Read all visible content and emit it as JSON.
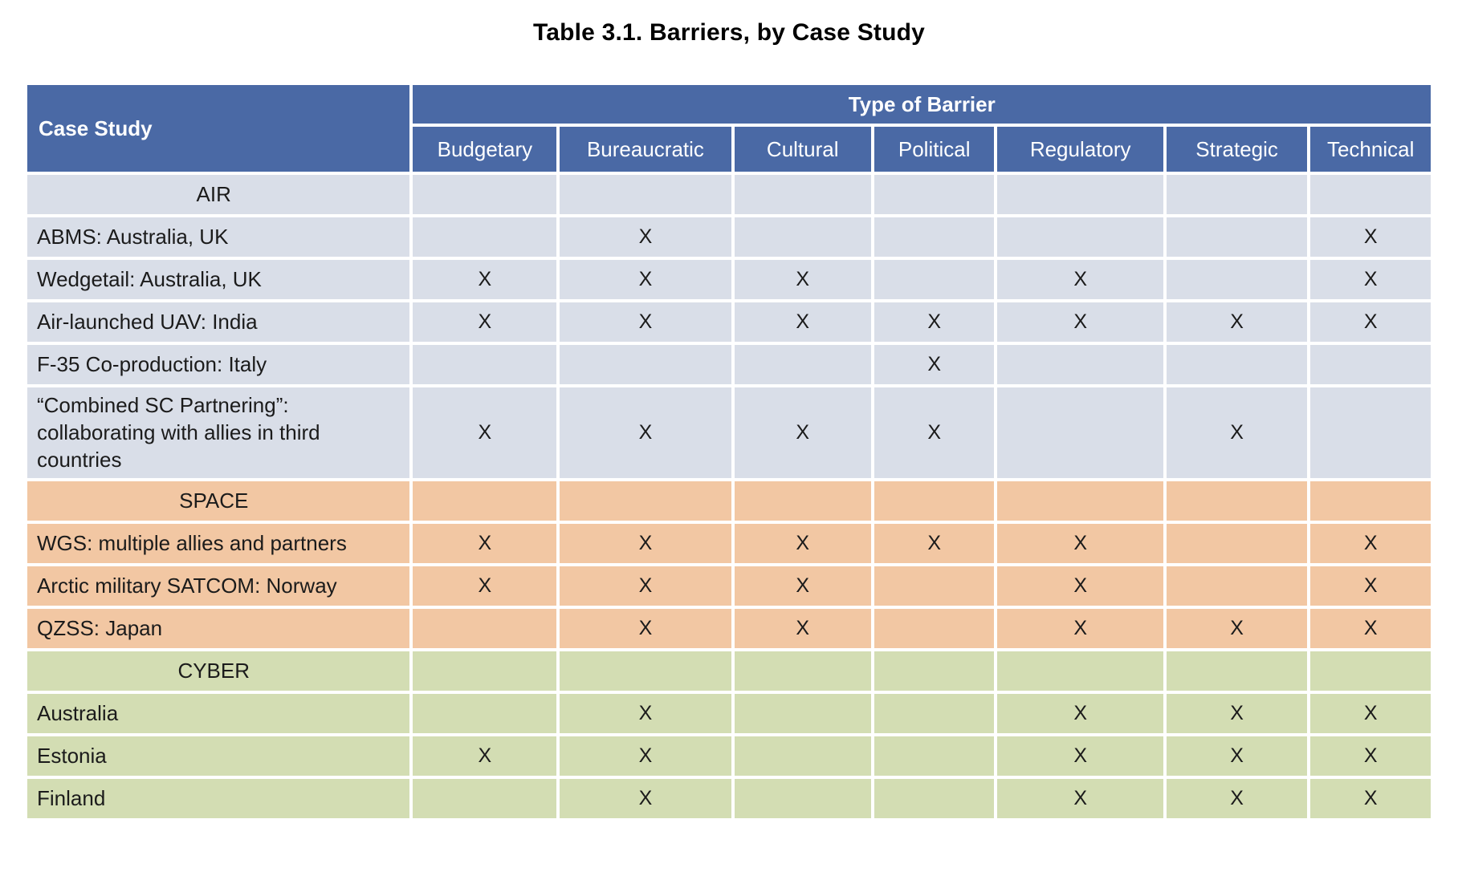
{
  "title": "Table 3.1. Barriers, by Case Study",
  "table": {
    "corner_header": "Case Study",
    "group_header": "Type of Barrier",
    "columns": [
      "Budgetary",
      "Bureaucratic",
      "Cultural",
      "Political",
      "Regulatory",
      "Strategic",
      "Technical"
    ],
    "mark_glyph": "X",
    "colors": {
      "header_bg": "#4A69A5",
      "header_text": "#FFFFFF",
      "body_text": "#1B1B1B",
      "border": "#FFFFFF",
      "air_section": "#D9DEE8",
      "space_section": "#F2C7A3",
      "cyber_section": "#D3DDB3"
    },
    "sections": [
      {
        "name": "AIR",
        "color": "#D9DEE8",
        "rows": [
          {
            "label": "ABMS: Australia, UK",
            "marks": [
              0,
              1,
              0,
              0,
              0,
              0,
              1
            ]
          },
          {
            "label": "Wedgetail: Australia, UK",
            "marks": [
              1,
              1,
              1,
              0,
              1,
              0,
              1
            ]
          },
          {
            "label": "Air-launched UAV: India",
            "marks": [
              1,
              1,
              1,
              1,
              1,
              1,
              1
            ]
          },
          {
            "label": "F-35 Co-production: Italy",
            "marks": [
              0,
              0,
              0,
              1,
              0,
              0,
              0
            ]
          },
          {
            "label": "“Combined SC Partnering”: collaborating with allies in third countries",
            "marks": [
              1,
              1,
              1,
              1,
              0,
              1,
              0
            ]
          }
        ]
      },
      {
        "name": "SPACE",
        "color": "#F2C7A3",
        "rows": [
          {
            "label": "WGS: multiple allies and partners",
            "marks": [
              1,
              1,
              1,
              1,
              1,
              0,
              1
            ]
          },
          {
            "label": "Arctic military SATCOM: Norway",
            "marks": [
              1,
              1,
              1,
              0,
              1,
              0,
              1
            ]
          },
          {
            "label": "QZSS: Japan",
            "marks": [
              0,
              1,
              1,
              0,
              1,
              1,
              1
            ]
          }
        ]
      },
      {
        "name": "CYBER",
        "color": "#D3DDB3",
        "rows": [
          {
            "label": "Australia",
            "marks": [
              0,
              1,
              0,
              0,
              1,
              1,
              1
            ]
          },
          {
            "label": "Estonia",
            "marks": [
              1,
              1,
              0,
              0,
              1,
              1,
              1
            ]
          },
          {
            "label": "Finland",
            "marks": [
              0,
              1,
              0,
              0,
              1,
              1,
              1
            ]
          }
        ]
      }
    ]
  }
}
